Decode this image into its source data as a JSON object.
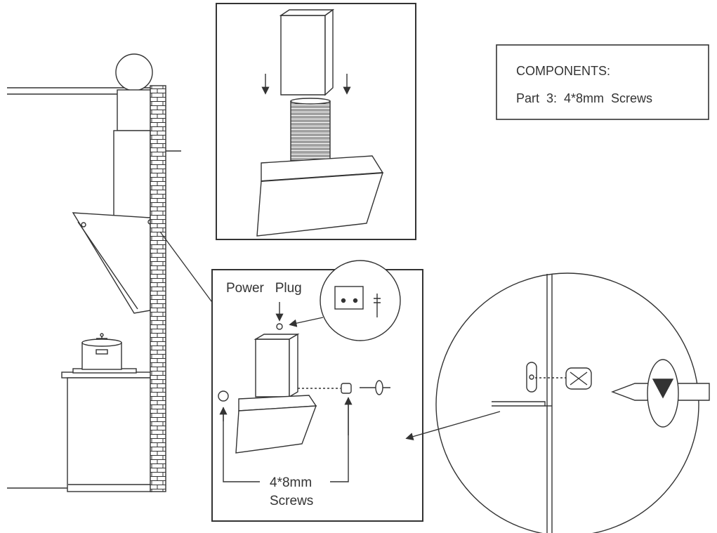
{
  "components_box": {
    "heading": "COMPONENTS:",
    "line": "Part  3:  4*8mm  Screws"
  },
  "assembly_panel": {
    "power_plug_label": "Power   Plug",
    "screws_label_line1": "4*8mm",
    "screws_label_line2": "Screws"
  }
}
